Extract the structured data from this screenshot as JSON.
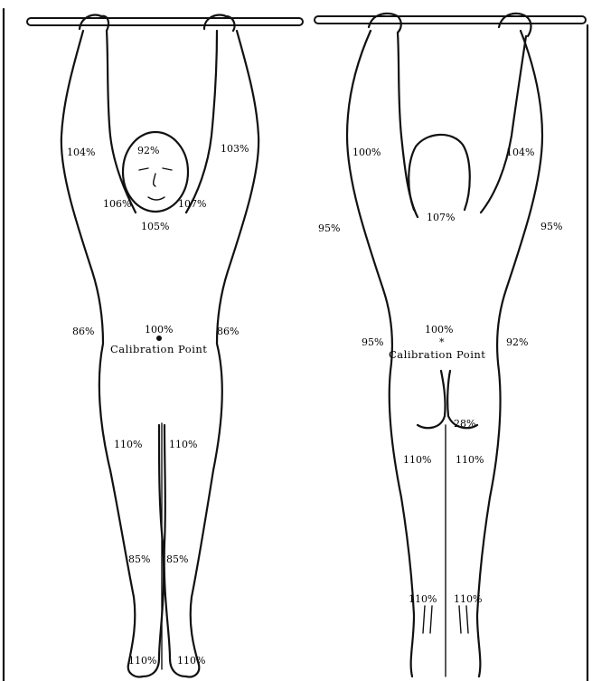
{
  "front_view": {
    "head": "92%",
    "upper_arm_left": "104%",
    "upper_arm_right": "103%",
    "neck_left": "106%",
    "neck_right": "107%",
    "chest": "105%",
    "waist_left": "86%",
    "waist_right": "86%",
    "center": "100%",
    "calibration": "Calibration Point",
    "thigh_left": "110%",
    "thigh_right": "110%",
    "shin_left": "85%",
    "shin_right": "85%",
    "foot_left": "110%",
    "foot_right": "110%"
  },
  "back_view": {
    "upper_arm_left": "100%",
    "upper_arm_right": "104%",
    "upper_back": "107%",
    "side_left": "95%",
    "side_right": "95%",
    "waist_left": "95%",
    "waist_right": "92%",
    "center": "100%",
    "center_mark": "*",
    "calibration": "Calibration Point",
    "buttock": "28%",
    "thigh_left": "110%",
    "thigh_right": "110%",
    "calf_left": "110%",
    "calf_right": "110%"
  }
}
